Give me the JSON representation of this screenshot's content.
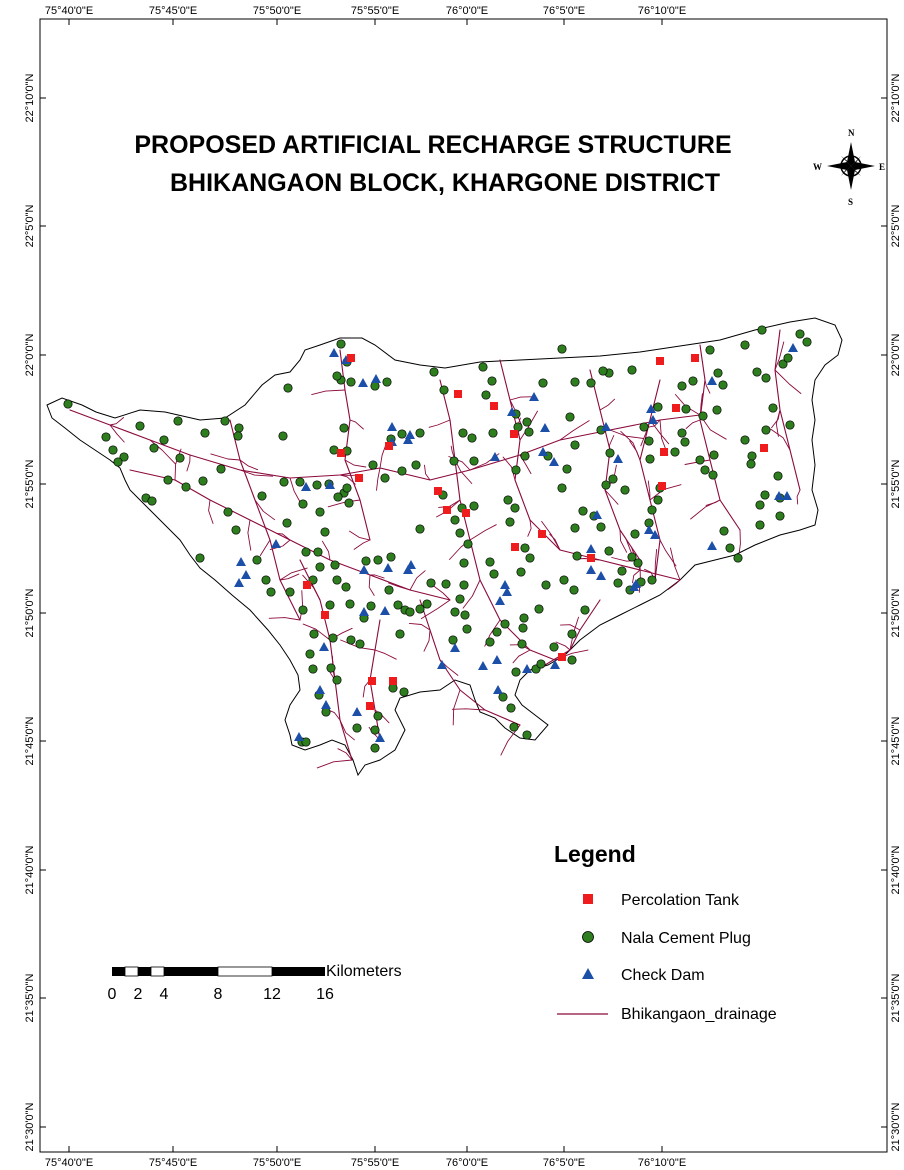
{
  "map": {
    "title_line1": "PROPOSED ARTIFICIAL RECHARGE STRUCTURE",
    "title_line2": "BHIKANGAON BLOCK, KHARGONE DISTRICT",
    "longitude_ticks": [
      "75°40'0\"E",
      "75°45'0\"E",
      "75°50'0\"E",
      "75°55'0\"E",
      "76°0'0\"E",
      "76°5'0\"E",
      "76°10'0\"E"
    ],
    "latitude_ticks": [
      "22°10'0\"N",
      "22°5'0\"N",
      "22°0'0\"N",
      "21°55'0\"N",
      "21°50'0\"N",
      "21°45'0\"N",
      "21°40'0\"N",
      "21°35'0\"N",
      "21°30'0\"N"
    ],
    "compass": {
      "n": "N",
      "s": "S",
      "e": "E",
      "w": "W"
    },
    "colors": {
      "percolation_tank": "#ee1c1c",
      "nala_cement_plug": "#2e7d1e",
      "check_dam": "#1c4fa8",
      "drainage": "#8b0a3c",
      "boundary": "#000000"
    }
  },
  "legend": {
    "title": "Legend",
    "items": [
      {
        "label": "Percolation Tank",
        "symbol": "red-square"
      },
      {
        "label": "Nala Cement Plug",
        "symbol": "green-circle"
      },
      {
        "label": "Check Dam",
        "symbol": "blue-triangle"
      },
      {
        "label": "Bhikangaon_drainage",
        "symbol": "line"
      }
    ]
  },
  "scale_bar": {
    "unit": "Kilometers",
    "labels": [
      "0",
      "2",
      "4",
      "8",
      "12",
      "16"
    ]
  }
}
